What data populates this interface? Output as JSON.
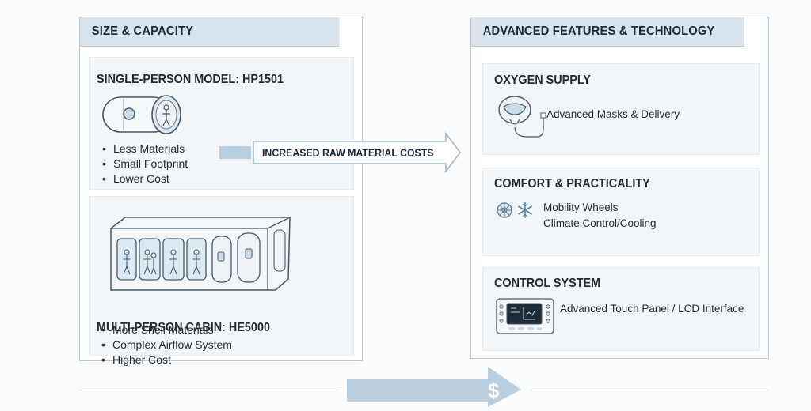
{
  "left_panel": {
    "header": "SIZE & CAPACITY",
    "single": {
      "title": "SINGLE-PERSON MODEL: HP1501",
      "bullets": [
        "Less Materials",
        "Small Footprint",
        "Lower Cost"
      ]
    },
    "multi": {
      "title": "MULTI-PERSON CABIN: HE5000",
      "bullets": [
        "More Shell Materials",
        "Complex Airflow System",
        "Higher Cost"
      ]
    }
  },
  "middle_arrow": {
    "label": "INCREASED RAW MATERIAL COSTS"
  },
  "right_panel": {
    "header": "ADVANCED FEATURES & TECHNOLOGY",
    "oxygen": {
      "title": "OXYGEN SUPPLY",
      "text": "Advanced Masks & Delivery"
    },
    "comfort": {
      "title": "COMFORT & PRACTICALITY",
      "line1": "Mobility Wheels",
      "line2": "Climate Control/Cooling"
    },
    "control": {
      "title": "CONTROL SYSTEM",
      "text": "Advanced Touch Panel / LCD Interface"
    }
  },
  "bottom_arrow": {
    "symbol": "$"
  },
  "icons": {
    "single_chamber": "hyperbaric-tube-icon",
    "multi_cabin": "multi-person-cabin-icon",
    "mask": "oxygen-mask-icon",
    "wheel": "wheel-icon",
    "snowflake": "snowflake-icon",
    "control_panel": "lcd-control-panel-icon"
  },
  "colors": {
    "header_bg": "#d9e3ec",
    "border": "#b9c6d2",
    "arrow": "#b9cfe0"
  }
}
